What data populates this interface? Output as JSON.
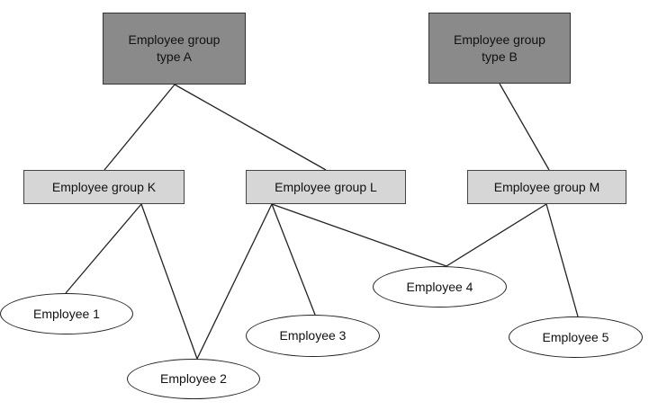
{
  "diagram": {
    "top_groups": [
      {
        "id": "group-type-a",
        "label": "Employee group\ntype A"
      },
      {
        "id": "group-type-b",
        "label": "Employee group\ntype B"
      }
    ],
    "mid_groups": [
      {
        "id": "group-k",
        "label": "Employee group  K"
      },
      {
        "id": "group-l",
        "label": "Employee group  L"
      },
      {
        "id": "group-m",
        "label": "Employee group  M"
      }
    ],
    "employees": [
      {
        "id": "employee-1",
        "label": "Employee  1"
      },
      {
        "id": "employee-2",
        "label": "Employee  2"
      },
      {
        "id": "employee-3",
        "label": "Employee  3"
      },
      {
        "id": "employee-4",
        "label": "Employee  4"
      },
      {
        "id": "employee-5",
        "label": "Employee  5"
      }
    ],
    "edges": [
      {
        "from": "group-type-a",
        "to": "group-k"
      },
      {
        "from": "group-type-a",
        "to": "group-l"
      },
      {
        "from": "group-type-b",
        "to": "group-m"
      },
      {
        "from": "group-k",
        "to": "employee-1"
      },
      {
        "from": "group-k",
        "to": "employee-2"
      },
      {
        "from": "group-l",
        "to": "employee-2"
      },
      {
        "from": "group-l",
        "to": "employee-3"
      },
      {
        "from": "group-l",
        "to": "employee-4"
      },
      {
        "from": "group-m",
        "to": "employee-4"
      },
      {
        "from": "group-m",
        "to": "employee-5"
      }
    ]
  }
}
